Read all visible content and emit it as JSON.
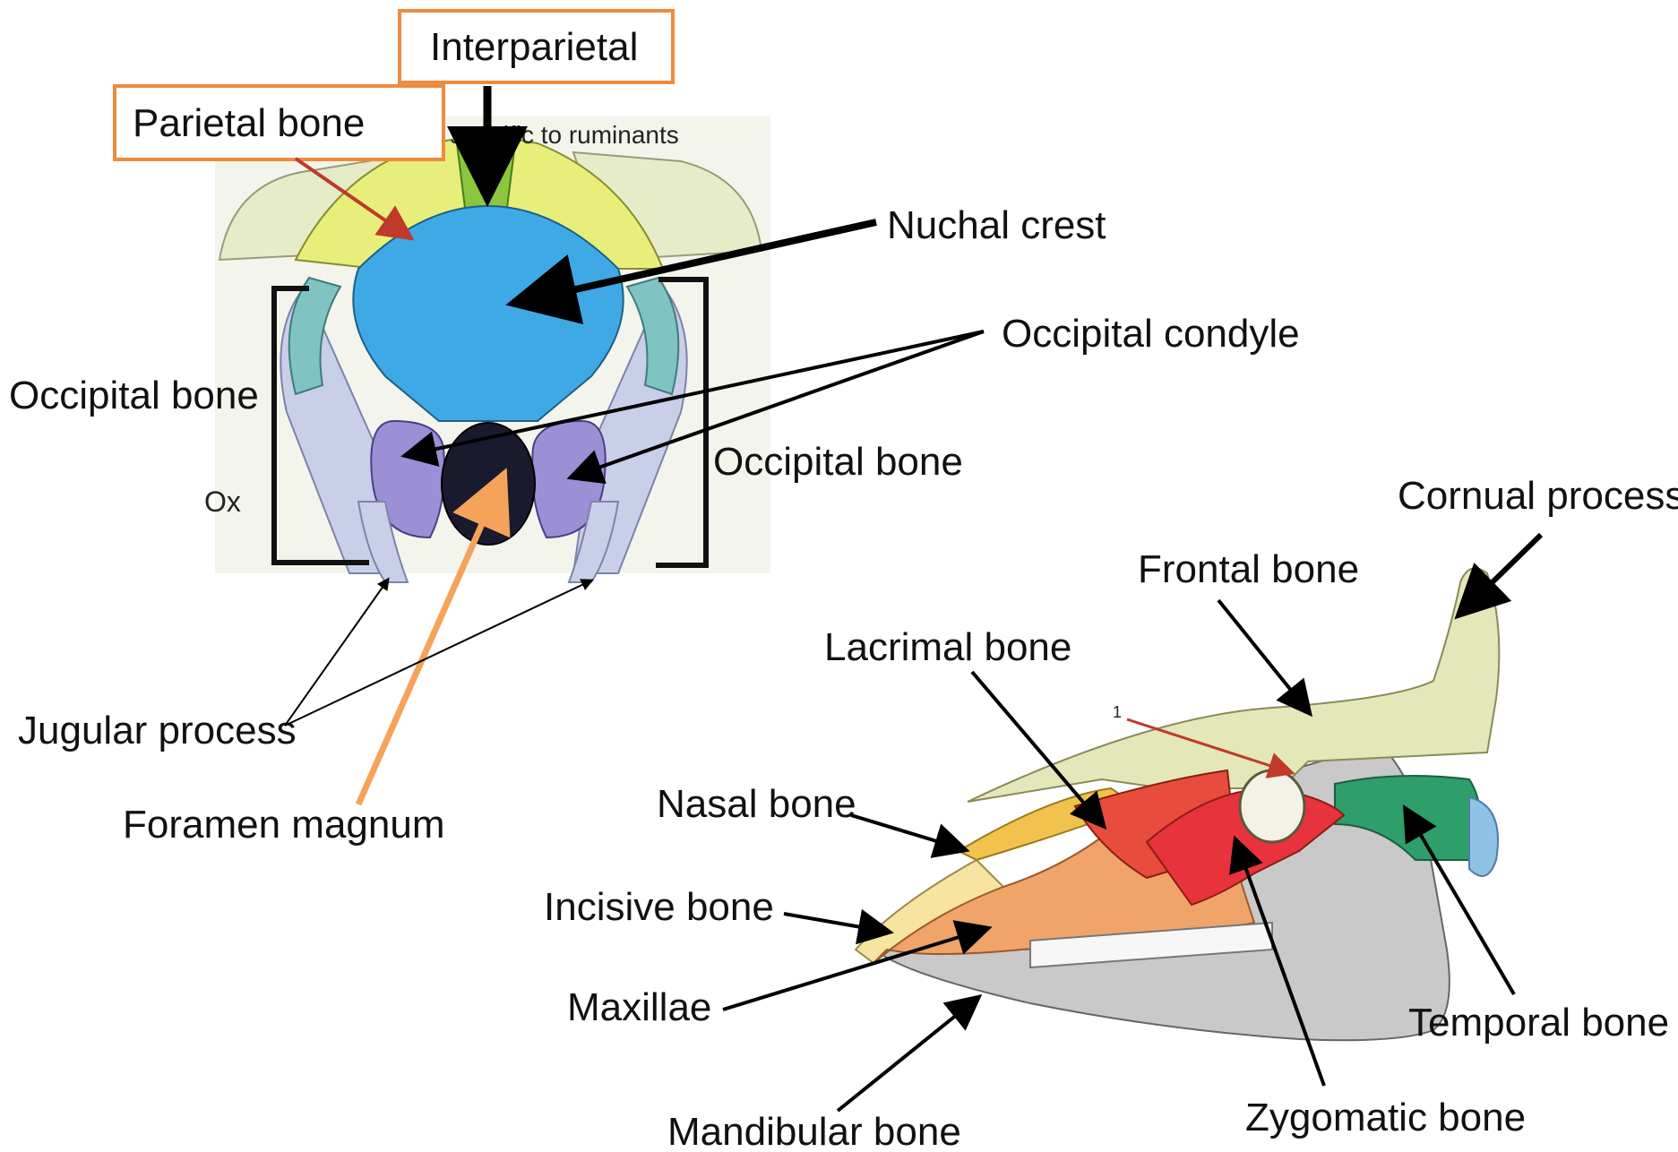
{
  "header_caption": ", specific to ruminants",
  "species_label": "Ox",
  "mark_1": "1",
  "labels": {
    "interparietal": "Interparietal",
    "parietal_bone": "Parietal  bone",
    "nuchal_crest": "Nuchal crest",
    "occipital_condyle": "Occipital condyle",
    "occipital_bone_left": "Occipital bone",
    "occipital_bone_right": "Occipital bone",
    "jugular_process": "Jugular process",
    "foramen_magnum": "Foramen magnum",
    "cornual_process": "Cornual process",
    "frontal_bone": "Frontal bone",
    "lacrimal_bone": "Lacrimal bone",
    "nasal_bone": "Nasal bone",
    "incisive_bone": "Incisive bone",
    "maxillae": "Maxillae",
    "mandibular_bone": "Mandibular bone",
    "zygomatic_bone": "Zygomatic bone",
    "temporal_bone": "Temporal bone"
  },
  "colors": {
    "label_box_border": "#ED8B3E",
    "foramen_arrow": "#F5A35A",
    "parietal_arrow": "#C0392B",
    "parietal": "#E8EE7A",
    "interparietal": "#8CC63F",
    "occipital_squama": "#3FA9E6",
    "occipital_condyle": "#9B8FD6",
    "foramen": "#1A1A2E",
    "occipital_lateral": "#C9CFE8",
    "frontal": "#E4E8B8",
    "lacrimal": "#E74C3C",
    "zygomatic": "#E8323C",
    "nasal": "#F2C24E",
    "incisive": "#F6E4A0",
    "maxilla": "#F0A46A",
    "temporal": "#2E9E6B",
    "mandible": "#C9C9C9"
  }
}
